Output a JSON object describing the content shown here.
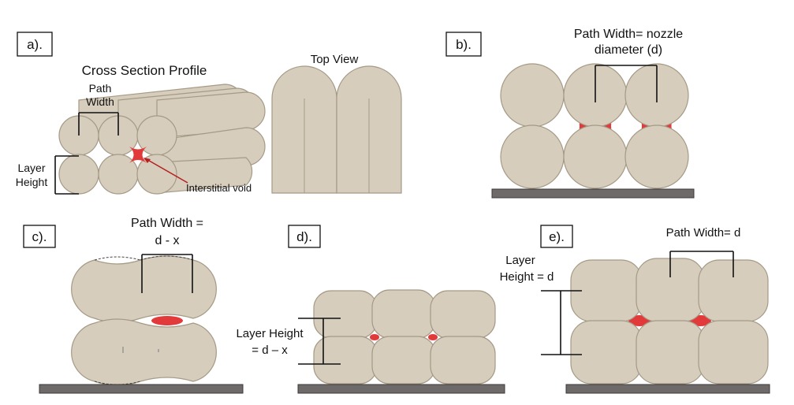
{
  "panels": {
    "a": {
      "tag": "a).",
      "title": "Cross Section Profile",
      "path_width_line1": "Path",
      "path_width_line2": "Width",
      "layer_height_line1": "Layer",
      "layer_height_line2": "Height",
      "void_label": "Interstitial void",
      "top_view_title": "Top View"
    },
    "b": {
      "tag": "b).",
      "label_line1": "Path Width= nozzle",
      "label_line2": "diameter (d)"
    },
    "c": {
      "tag": "c).",
      "label_line1": "Path Width =",
      "label_line2": "d - x"
    },
    "d": {
      "tag": "d).",
      "label_line1": "Layer Height",
      "label_line2": "= d – x"
    },
    "e": {
      "tag": "e).",
      "path_width": "Path Width= d",
      "layer_line1": "Layer",
      "layer_line2": "Height = d"
    }
  },
  "colors": {
    "bead": "#d6cdbd",
    "bead_outline": "#a59a86",
    "void": "#e23a3a",
    "build_plate": "#6f6a6a"
  }
}
